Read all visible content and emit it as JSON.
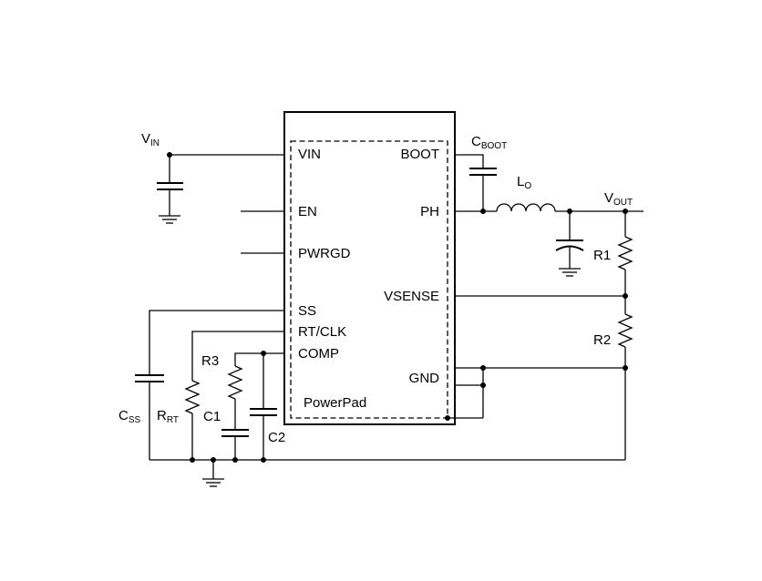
{
  "ic": {
    "pins_left": [
      "VIN",
      "EN",
      "PWRGD",
      "SS",
      "RT/CLK",
      "COMP"
    ],
    "pins_right": [
      "BOOT",
      "PH",
      "VSENSE",
      "GND"
    ],
    "powerpad": "PowerPad"
  },
  "labels": {
    "vin": {
      "main": "V",
      "sub": "IN"
    },
    "cboot": {
      "main": "C",
      "sub": "BOOT"
    },
    "lo": {
      "main": "L",
      "sub": "O"
    },
    "vout": {
      "main": "V",
      "sub": "OUT"
    },
    "r1": "R1",
    "r2": "R2",
    "r3": "R3",
    "c1": "C1",
    "c2": "C2",
    "css": {
      "main": "C",
      "sub": "SS"
    },
    "rrt": {
      "main": "R",
      "sub": "RT"
    }
  }
}
